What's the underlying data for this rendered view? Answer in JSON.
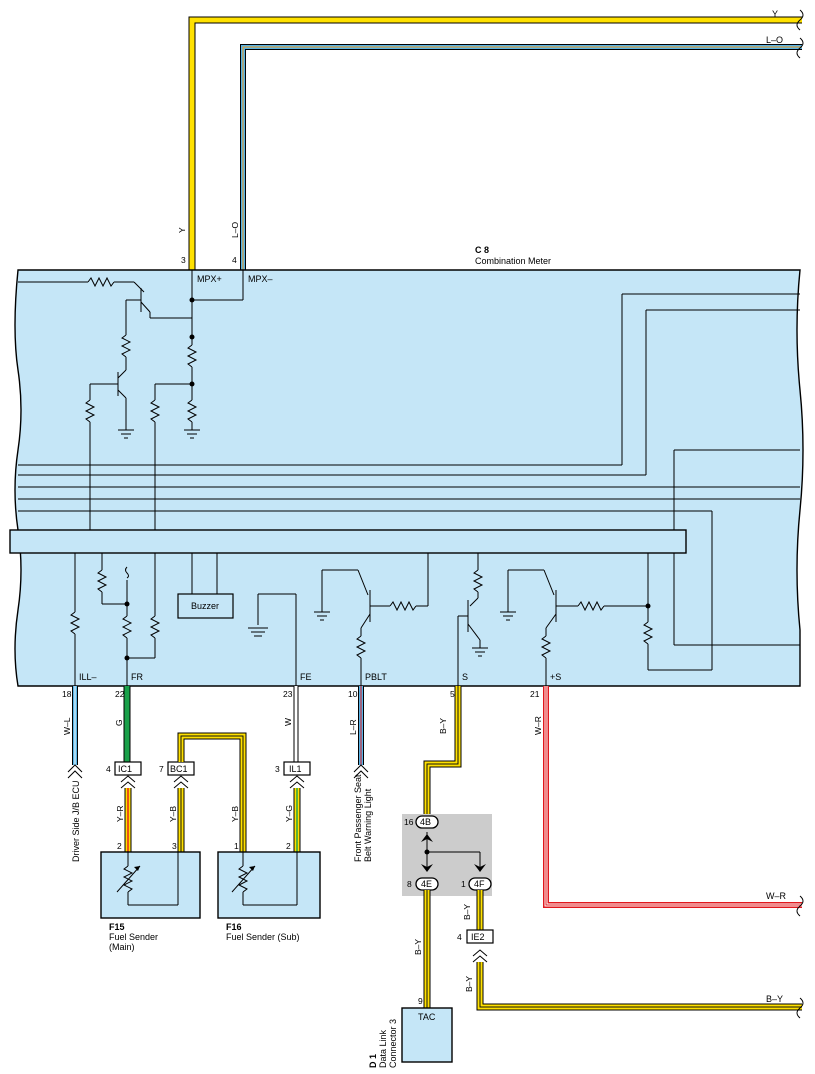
{
  "colors": {
    "meter_fill": "#c5e6f7",
    "box_gray": "#cccccc",
    "wire_yellow": "#ffe100",
    "wire_blue": "#58b4e6",
    "wire_orange": "#f39a1e",
    "wire_red": "#e0181e",
    "wire_green": "#19a049",
    "wire_black": "#111111",
    "wire_white": "#ffffff"
  },
  "top_wires": {
    "y_label": "Y",
    "lo_label": "L–O"
  },
  "combination_meter": {
    "code": "C 8",
    "name": "Combination Meter",
    "pin_mpx_plus": "3",
    "pin_mpx_minus": "4",
    "wire_mpx_plus": "Y",
    "wire_mpx_minus": "L–O",
    "term_mpx_plus": "MPX+",
    "term_mpx_minus": "MPX–",
    "buzzer": "Buzzer"
  },
  "bottom_terminals": [
    {
      "pin": "18",
      "term": "ILL–",
      "wire": "W–L"
    },
    {
      "pin": "22",
      "term": "FR",
      "wire": "G"
    },
    {
      "pin": "23",
      "term": "FE",
      "wire": "W"
    },
    {
      "pin": "10",
      "term": "PBLT",
      "wire": "L–R"
    },
    {
      "pin": "5",
      "term": "S",
      "wire": "B–Y"
    },
    {
      "pin": "21",
      "term": "+S",
      "wire": "W–R"
    }
  ],
  "connectors": {
    "ic1": {
      "pin": "4",
      "name": "IC1",
      "wire": "Y–R"
    },
    "bc1": {
      "pin": "7",
      "name": "BC1",
      "wire": "Y–B"
    },
    "il1": {
      "pin": "3",
      "name": "IL1",
      "wire": "Y–G"
    },
    "bc1_b": {
      "wire": "Y–B"
    }
  },
  "destinations": {
    "ill": "Driver Side J/B ECU",
    "pblt_line1": "Front Passenger Seat",
    "pblt_line2": "Belt Warning Light"
  },
  "fuel_main": {
    "code": "F15",
    "name": "Fuel Sender",
    "sub": "(Main)",
    "pin_left": "2",
    "pin_right": "3"
  },
  "fuel_sub": {
    "code": "F16",
    "name": "Fuel Sender (Sub)",
    "pin_left": "1",
    "pin_right": "2"
  },
  "junction": {
    "top_pin": "16",
    "top_name": "4B",
    "left_pin": "8",
    "left_name": "4E",
    "right_pin": "1",
    "right_name": "4F"
  },
  "lower_wires": {
    "wr_label": "W–R",
    "by_left": "B–Y",
    "by_right": "B–Y",
    "by_ie2": "B–Y",
    "by_out": "B–Y",
    "ie2_pin": "4",
    "ie2_name": "IE2"
  },
  "dlc": {
    "code": "D 1",
    "name_line1": "Data Link",
    "name_line2": "Connector 3",
    "pin": "9",
    "term": "TAC"
  }
}
